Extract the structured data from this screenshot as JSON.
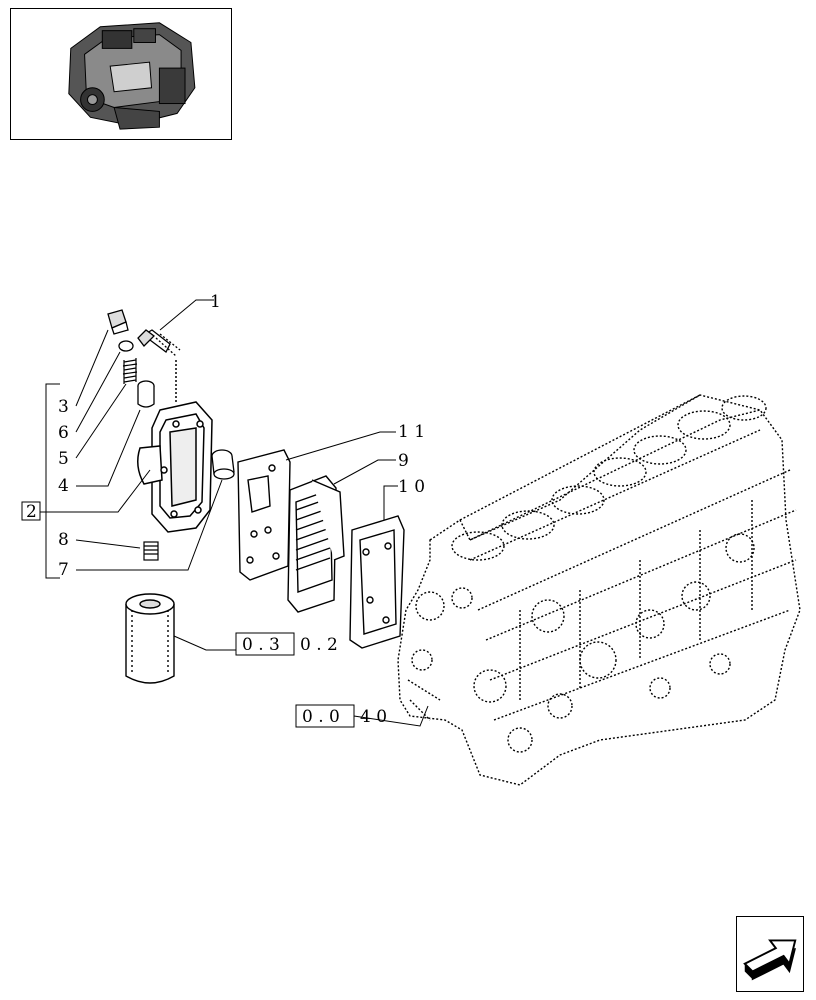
{
  "callouts": {
    "c1": "1",
    "c2": "2",
    "c3": "3",
    "c4": "4",
    "c5": "5",
    "c6": "6",
    "c7": "7",
    "c8": "8",
    "c9": "9",
    "c10": "1 0",
    "c11": "1 1"
  },
  "references": {
    "ref_filter_boxed": "0 . 3",
    "ref_filter_rest": "0 . 2",
    "ref_block_boxed": "0 . 0",
    "ref_block_rest": "4   0"
  },
  "icons": {
    "thumbnail": "engine-thumbnail-icon",
    "next_page": "next-page-arrow-icon"
  }
}
